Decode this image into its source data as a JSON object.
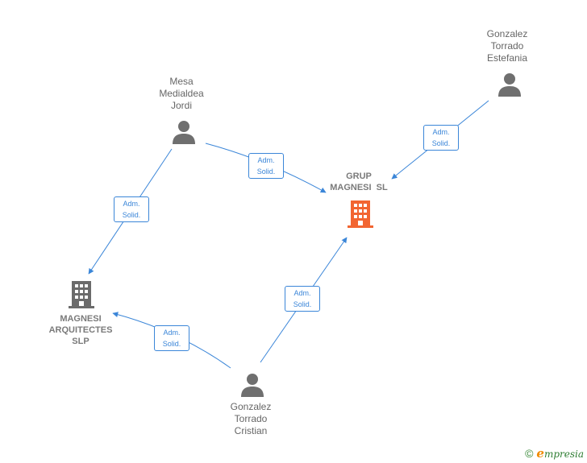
{
  "nodes": {
    "mesa": {
      "name_lines": [
        "Mesa",
        "Medialdea",
        "Jordi"
      ],
      "type": "person",
      "icon": "person-icon"
    },
    "estefania": {
      "name_lines": [
        "Gonzalez",
        "Torrado",
        "Estefania"
      ],
      "type": "person",
      "icon": "person-icon"
    },
    "grup": {
      "name_lines": [
        "GRUP",
        "MAGNESI  SL"
      ],
      "type": "company",
      "icon": "building-icon",
      "color": "#f26531"
    },
    "arquitectes": {
      "name_lines": [
        "MAGNESI",
        "ARQUITECTES",
        "SLP"
      ],
      "type": "company",
      "icon": "building-icon",
      "color": "#6b6b6b"
    },
    "cristian": {
      "name_lines": [
        "Gonzalez",
        "Torrado",
        "Cristian"
      ],
      "type": "person",
      "icon": "person-icon"
    }
  },
  "edges": [
    {
      "from": "mesa",
      "to": "grup",
      "label_lines": [
        "Adm.",
        "Solid."
      ]
    },
    {
      "from": "mesa",
      "to": "arquitectes",
      "label_lines": [
        "Adm.",
        "Solid."
      ]
    },
    {
      "from": "estefania",
      "to": "grup",
      "label_lines": [
        "Adm.",
        "Solid."
      ]
    },
    {
      "from": "cristian",
      "to": "grup",
      "label_lines": [
        "Adm.",
        "Solid."
      ]
    },
    {
      "from": "cristian",
      "to": "arquitectes",
      "label_lines": [
        "Adm.",
        "Solid."
      ]
    }
  ],
  "colors": {
    "edge": "#3b86d8",
    "person": "#6f6f6f",
    "label": "#666666"
  },
  "footer": {
    "copyright_symbol": "©",
    "brand_initial": "e",
    "brand_rest": "mpresia"
  }
}
